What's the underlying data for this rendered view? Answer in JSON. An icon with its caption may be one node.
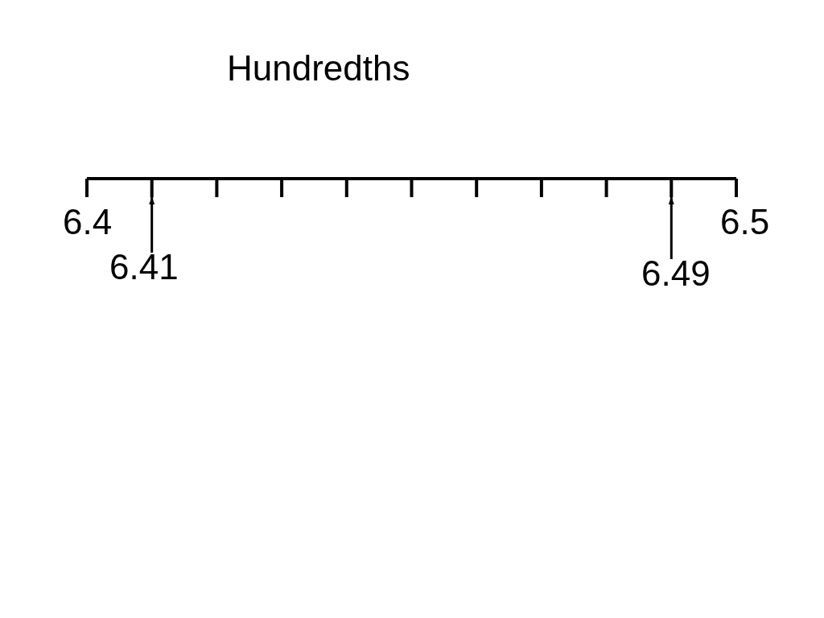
{
  "diagram": {
    "title": "Hundredths",
    "nodes": [
      {
        "text": [
          "6.41"
        ]
      },
      {
        "text": [
          "6.49"
        ]
      }
    ],
    "edges": [
      {
        "from": 0,
        "to": null,
        "arrow": "to"
      },
      {
        "from": 1,
        "to": null,
        "arrow": "to"
      }
    ],
    "labels": [
      "6.4",
      "6.5"
    ]
  }
}
